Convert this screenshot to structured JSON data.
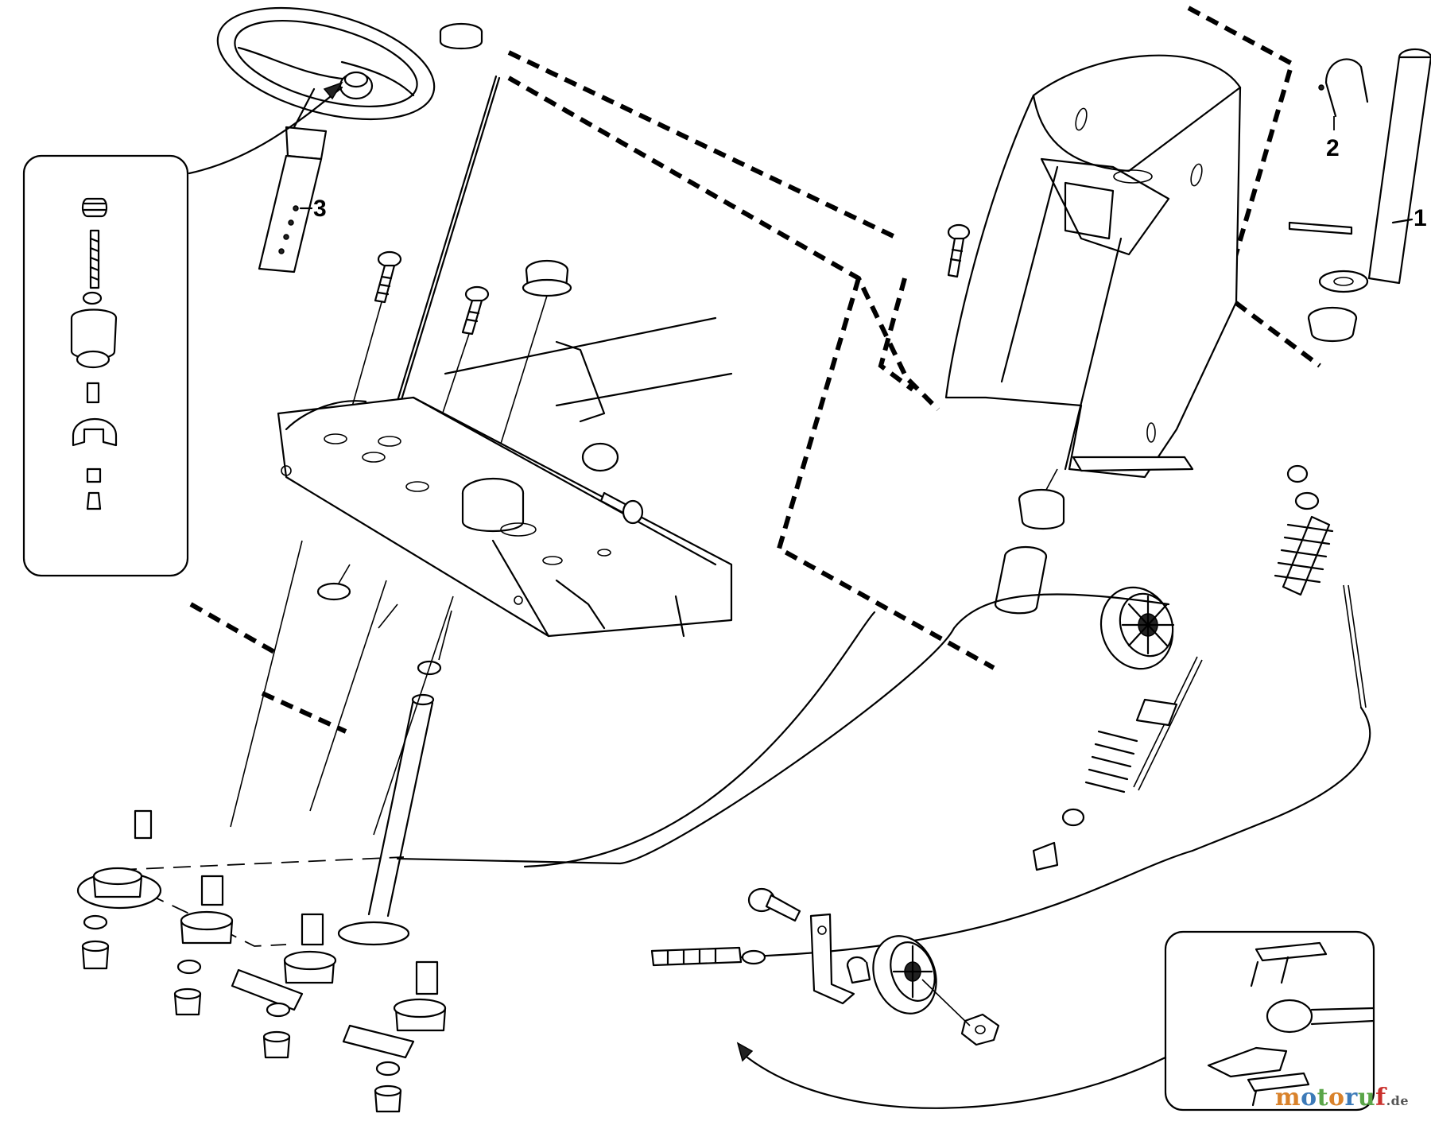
{
  "diagram": {
    "callouts": [
      {
        "id": "1",
        "label": "1"
      },
      {
        "id": "2",
        "label": "2"
      },
      {
        "id": "3",
        "label": "3"
      }
    ],
    "watermark": {
      "text": "motoruf",
      "suffix": ".de",
      "colors": [
        "#d9822b",
        "#3c7ab8",
        "#5aa548",
        "#c9302c"
      ]
    }
  }
}
